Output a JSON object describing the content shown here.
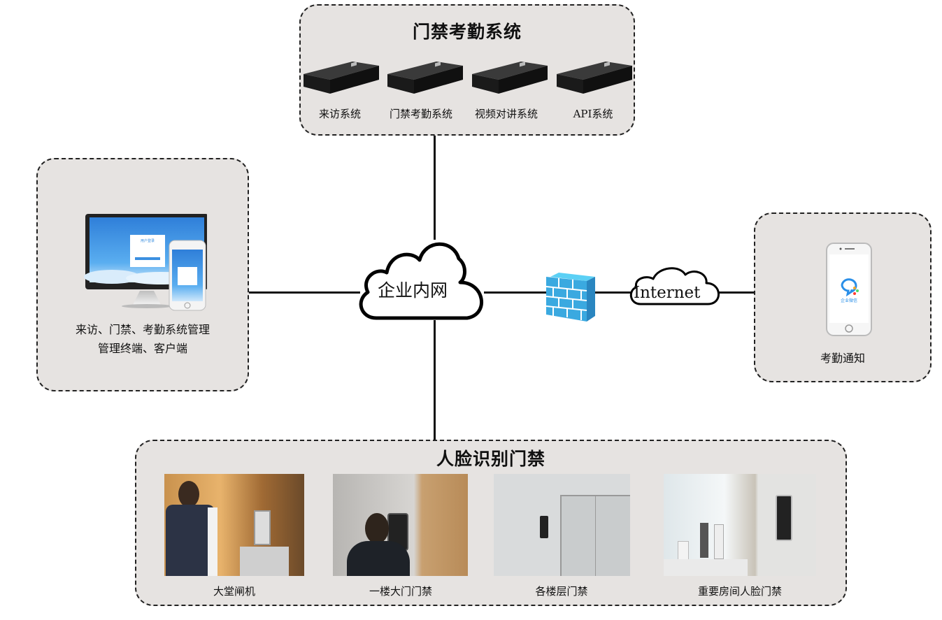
{
  "top_panel": {
    "title": "门禁考勤系统",
    "servers": [
      {
        "label": "来访系统",
        "icon": "server-icon"
      },
      {
        "label": "门禁考勤系统",
        "icon": "server-icon"
      },
      {
        "label": "视频对讲系统",
        "icon": "server-icon"
      },
      {
        "label": "API系统",
        "icon": "server-icon"
      }
    ]
  },
  "left_panel": {
    "line1": "来访、门禁、考勤系统管理",
    "line2": "管理终端、客户端",
    "screen_title": "用户登录",
    "icon": "monitor-and-phone-icon"
  },
  "center": {
    "intranet_label": "企业内网",
    "internet_label": "Internet",
    "firewall_icon": "firewall-icon"
  },
  "right_panel": {
    "label": "考勤通知",
    "app_name": "企业微信",
    "icon": "phone-icon"
  },
  "bottom_panel": {
    "title": "人脸识别门禁",
    "items": [
      {
        "label": "大堂闸机"
      },
      {
        "label": "一楼大门门禁"
      },
      {
        "label": "各楼层门禁"
      },
      {
        "label": "重要房间人脸门禁"
      }
    ]
  },
  "colors": {
    "panel_bg": "#e6e3e1",
    "firewall_blue": "#3aa9e0",
    "screen_blue": "#3b8fe0"
  }
}
